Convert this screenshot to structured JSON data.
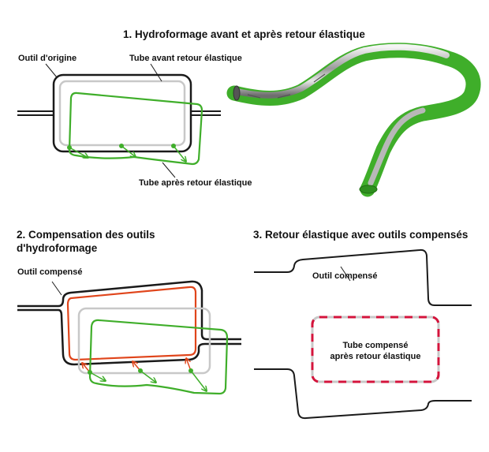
{
  "section1": {
    "title": "1. Hydroformage avant et après retour élastique",
    "label_outil_origine": "Outil d'origine",
    "label_tube_avant": "Tube avant retour élastique",
    "label_tube_apres": "Tube après retour élastique"
  },
  "section2": {
    "title_line1": "2. Compensation des outils",
    "title_line2": "d'hydroformage",
    "label_outil_compense": "Outil compensé"
  },
  "section3": {
    "title": "3. Retour élastique avec outils compensés",
    "label_outil_compense": "Outil compensé",
    "label_tube_line1": "Tube compensé",
    "label_tube_line2": "après retour élastique"
  },
  "colors": {
    "tool": "#1a1a1a",
    "tube_before": "#c8c8c8",
    "tube_after": "#3fae2a",
    "compensated": "#e0451b",
    "dash_red": "#d4143c",
    "dash_grey": "#c8c8c8"
  }
}
